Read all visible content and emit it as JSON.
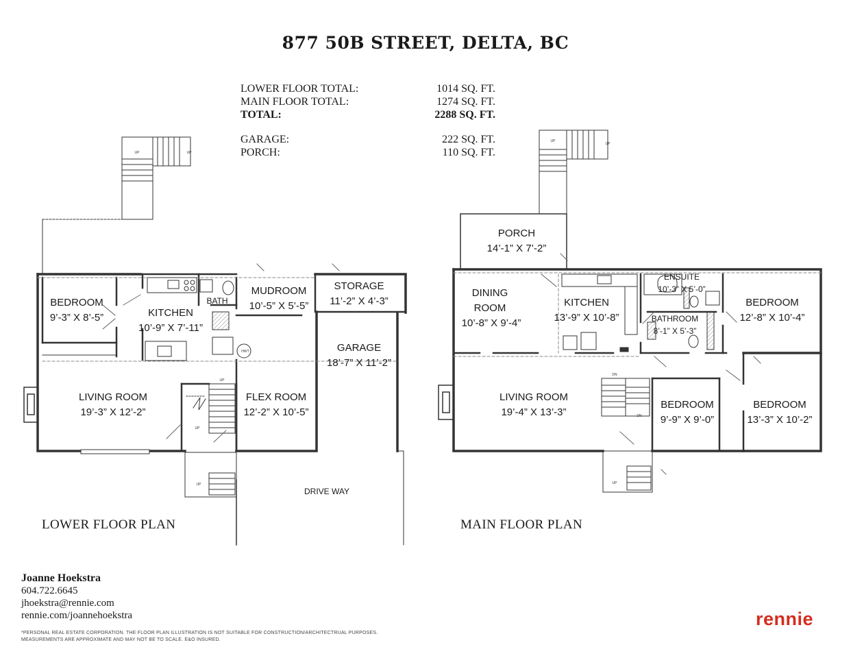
{
  "title": "877 50B STREET, DELTA, BC",
  "areas": [
    {
      "label": "LOWER FLOOR TOTAL:",
      "value": "1014 SQ. FT."
    },
    {
      "label": "MAIN FLOOR TOTAL:",
      "value": "1274 SQ. FT."
    },
    {
      "label": "TOTAL:",
      "value": "2288 SQ. FT."
    },
    {
      "label": "GARAGE:",
      "value": "222 SQ. FT."
    },
    {
      "label": "PORCH:",
      "value": "110 SQ. FT."
    }
  ],
  "lower": {
    "label": "LOWER FLOOR PLAN",
    "bedroom": {
      "name": "BEDROOM",
      "dim": "9’-3” X 8’-5”"
    },
    "kitchen": {
      "name": "KITCHEN",
      "dim": "10’-9” X 7’-11”"
    },
    "bath": {
      "name": "BATH"
    },
    "mudroom": {
      "name": "MUDROOM",
      "dim": "10’-5” X 5’-5”"
    },
    "storage": {
      "name": "STORAGE",
      "dim": "11’-2” X 4’-3”"
    },
    "garage": {
      "name": "GARAGE",
      "dim": "18’-7” X 11’-2”"
    },
    "living": {
      "name": "LIVING ROOM",
      "dim": "19’-3” X 12’-2”"
    },
    "flex": {
      "name": "FLEX ROOM",
      "dim": "12’-2” X 10’-5”"
    },
    "driveway": "DRIVE WAY",
    "hwt": "HWT",
    "up": "UP"
  },
  "main": {
    "label": "MAIN FLOOR PLAN",
    "porch": {
      "name": "PORCH",
      "dim": "14’-1” X 7’-2”"
    },
    "dining": {
      "name": "DINING",
      "name2": "ROOM",
      "dim": "10’-8” X 9’-4”"
    },
    "kitchen": {
      "name": "KITCHEN",
      "dim": "13’-9” X 10’-8”"
    },
    "ensuite": {
      "name": "ENSUITE",
      "dim": "10’-3” X 5’-0”"
    },
    "bathroom": {
      "name": "BATHROOM",
      "dim": "8’-1” X 5’-3”"
    },
    "bedroom1": {
      "name": "BEDROOM",
      "dim": "12’-8” X 10’-4”"
    },
    "living": {
      "name": "LIVING ROOM",
      "dim": "19’-4” X 13’-3”"
    },
    "bedroom2": {
      "name": "BEDROOM",
      "dim": "9’-9” X 9’-0”"
    },
    "bedroom3": {
      "name": "BEDROOM",
      "dim": "13’-3” X 10’-2”"
    },
    "dn": "DN",
    "up": "UP"
  },
  "contact": {
    "name": "Joanne Hoekstra",
    "phone": "604.722.6645",
    "email": "jhoekstra@rennie.com",
    "web": "rennie.com/joannehoekstra"
  },
  "disclaimer": {
    "line1": "*PERSONAL REAL ESTATE CORPORATION. THE FLOOR PLAN ILLUSTRATION IS NOT SUITABLE FOR CONSTRUCTION/ARCHITECTRUAL PURPOSES.",
    "line2": "MEASUREMENTS ARE APPROXIMATE AND MAY NOT BE TO SCALE. E&O INSURED."
  },
  "brand": "rennie",
  "colors": {
    "wall": "#333333",
    "brand": "#d42d1f",
    "dashed": "#777777"
  }
}
